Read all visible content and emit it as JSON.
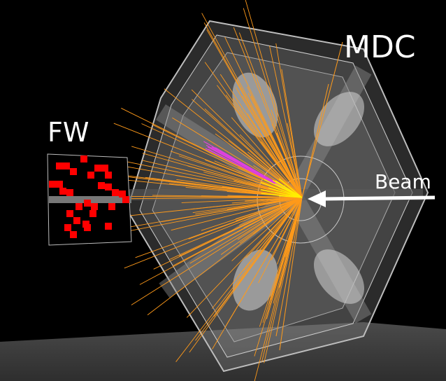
{
  "labels": {
    "mdc": "MDC",
    "fw": "FW",
    "beam": "Beam"
  },
  "colors": {
    "background": "#000000",
    "floor": "#3a3a3a",
    "detector": "#9a9a9a",
    "tracks": "#ff9a1a",
    "fw_hits": "#ff0000",
    "magenta_tracks": "#e040e0",
    "yellow_tracks": "#ffee00",
    "label": "#ffffff"
  }
}
